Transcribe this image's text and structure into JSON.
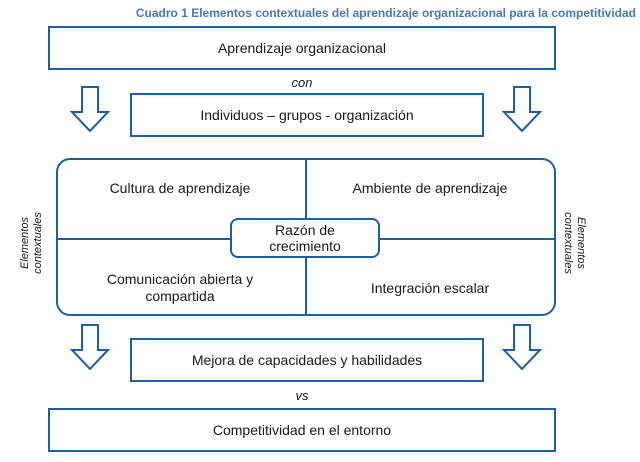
{
  "caption": "Cuadro 1 Elementos contextuales del aprendizaje organizacional para la competitividad",
  "top_box": "Aprendizaje organizacional",
  "connector_top": "con",
  "second_box": "Individuos – grupos - organización",
  "quadrants": {
    "top_left": "Cultura de aprendizaje",
    "top_right": "Ambiente de aprendizaje",
    "bottom_left": "Comunicación abierta y compartida",
    "bottom_right": "Integración escalar"
  },
  "center": "Razón de crecimiento",
  "side_label": "Elementos contextuales",
  "fourth_box": "Mejora de capacidades y habilidades",
  "connector_bottom": "vs",
  "bottom_box": "Competitividad en el entorno",
  "colors": {
    "border": "#1f5fa0",
    "caption": "#4a78b8"
  }
}
